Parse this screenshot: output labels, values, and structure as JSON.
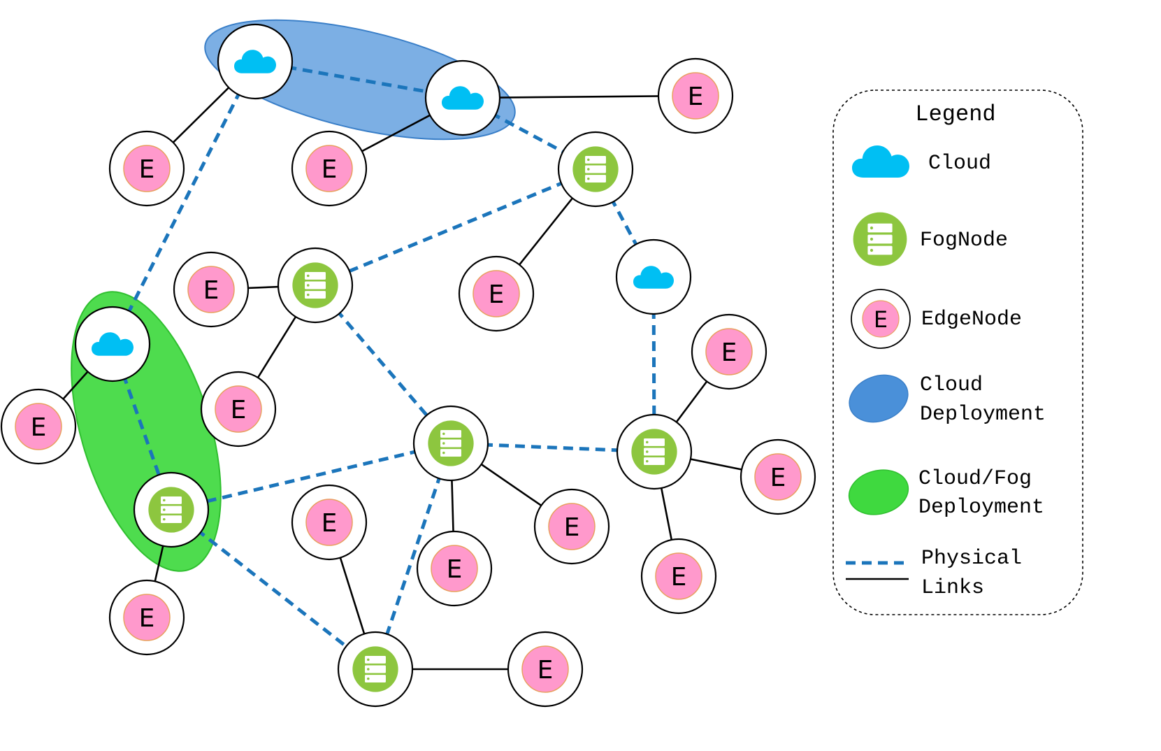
{
  "diagram": {
    "node_label_edge": "E",
    "colors": {
      "cloud_blue": "#00BFF3",
      "fog_green": "#8DC63F",
      "edge_pink": "#FF99CC",
      "edge_ring": "#E8A060",
      "cloud_deployment": "#4A90D9",
      "cloudfog_deployment": "#3FD93F",
      "physical_link": "#1B75BB",
      "logical_link": "#000000"
    }
  },
  "legend": {
    "title": "Legend",
    "items": {
      "cloud": "Cloud",
      "fognode": "FogNode",
      "edgenode": "EdgeNode",
      "cloud_deployment_1": "Cloud",
      "cloud_deployment_2": "Deployment",
      "cloudfog_deployment_1": "Cloud/Fog",
      "cloudfog_deployment_2": "Deployment",
      "links_1": "Physical",
      "links_2": "Links"
    }
  }
}
